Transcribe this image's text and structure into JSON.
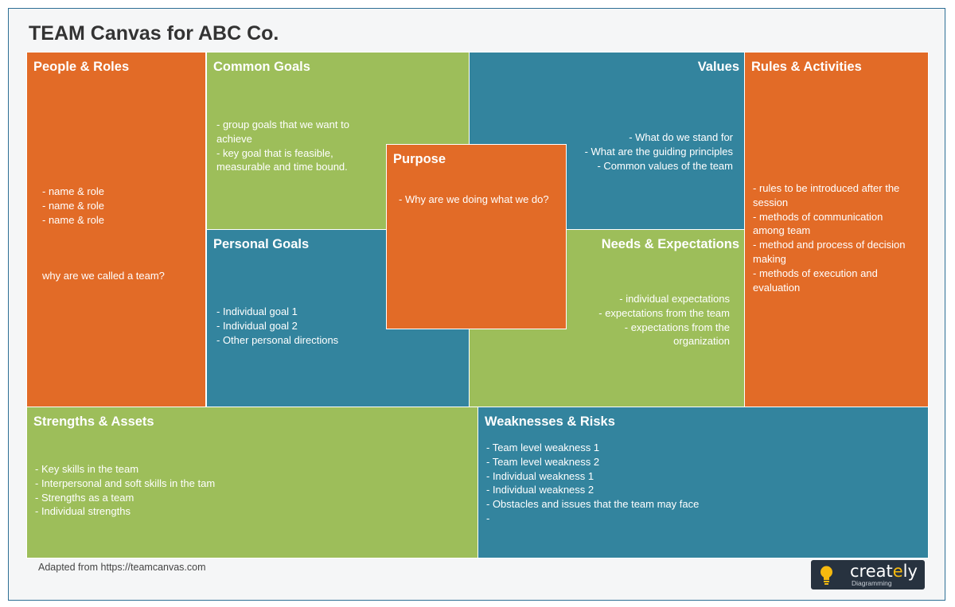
{
  "title": "TEAM Canvas for ABC Co.",
  "panels": {
    "people_roles": {
      "heading": "People & Roles",
      "items": [
        "- name & role",
        "- name & role",
        "- name & role"
      ],
      "note": "why are we called a team?"
    },
    "common_goals": {
      "heading": "Common Goals",
      "items": [
        "- group goals that we want to achieve",
        "- key goal that is feasible, measurable and time bound."
      ]
    },
    "values": {
      "heading": "Values",
      "items": [
        "- What do we stand for",
        "- What are the guiding principles",
        "- Common values of the team"
      ]
    },
    "rules_activities": {
      "heading": "Rules & Activities",
      "items": [
        "- rules to be introduced after the session",
        "- methods of communication among team",
        "- method and process of decision making",
        "- methods of execution and evaluation"
      ]
    },
    "purpose": {
      "heading": "Purpose",
      "items": [
        "- Why are we doing what we do?"
      ]
    },
    "personal_goals": {
      "heading": "Personal Goals",
      "items": [
        "- Individual goal 1",
        "- Individual goal 2",
        "- Other personal directions"
      ]
    },
    "needs_expectations": {
      "heading": "Needs & Expectations",
      "items": [
        "- individual expectations",
        "- expectations from the team",
        "- expectations from the organization"
      ]
    },
    "strengths_assets": {
      "heading": "Strengths & Assets",
      "items": [
        "- Key skills in the team",
        "- Interpersonal and soft skills in the tam",
        "- Strengths as a team",
        "- Individual strengths"
      ]
    },
    "weaknesses_risks": {
      "heading": "Weaknesses & Risks",
      "items": [
        "- Team level weakness 1",
        "- Team level weakness 2",
        "- Individual weakness 1",
        "- Individual weakness 2",
        "- Obstacles and issues that the team may face",
        "-"
      ]
    }
  },
  "footer": "Adapted from https://teamcanvas.com",
  "logo": {
    "brand_main": "creat",
    "brand_accent": "e",
    "brand_end": "ly",
    "tagline": "Diagramming",
    "icon": "lightbulb-icon"
  },
  "colors": {
    "orange": "#e26b27",
    "green": "#9dbe5a",
    "teal": "#33849e",
    "frame": "#2d6f95"
  }
}
